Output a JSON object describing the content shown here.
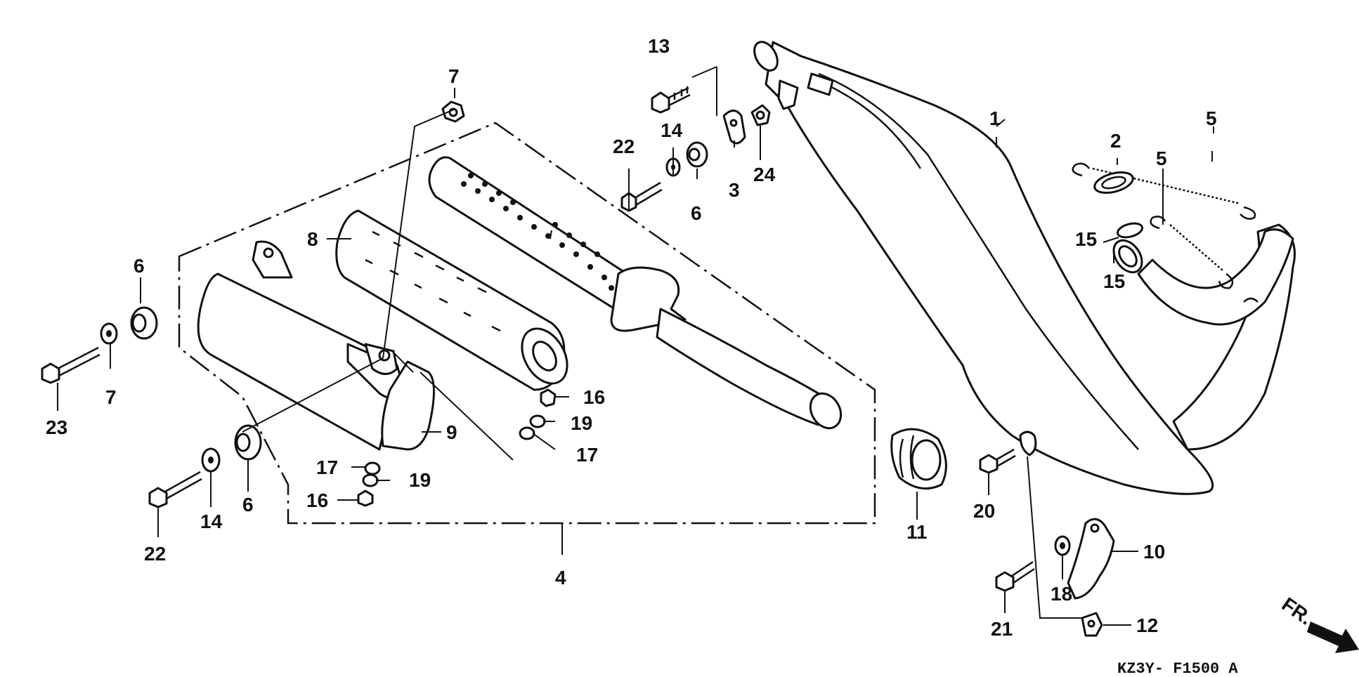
{
  "diagram_code": "KZ3Y- F1500 A",
  "direction_label": "FR.",
  "labels": [
    {
      "id": "l1",
      "text": "1"
    },
    {
      "id": "l2",
      "text": "2"
    },
    {
      "id": "l3",
      "text": "3"
    },
    {
      "id": "l4",
      "text": "4"
    },
    {
      "id": "l5a",
      "text": "5"
    },
    {
      "id": "l5b",
      "text": "5"
    },
    {
      "id": "l6a",
      "text": "6"
    },
    {
      "id": "l6b",
      "text": "6"
    },
    {
      "id": "l6c",
      "text": "6"
    },
    {
      "id": "l7a",
      "text": "7"
    },
    {
      "id": "l7b",
      "text": "7"
    },
    {
      "id": "l8",
      "text": "8"
    },
    {
      "id": "l9",
      "text": "9"
    },
    {
      "id": "l10",
      "text": "10"
    },
    {
      "id": "l11",
      "text": "11"
    },
    {
      "id": "l12",
      "text": "12"
    },
    {
      "id": "l13",
      "text": "13"
    },
    {
      "id": "l14a",
      "text": "14"
    },
    {
      "id": "l14b",
      "text": "14"
    },
    {
      "id": "l15a",
      "text": "15"
    },
    {
      "id": "l15b",
      "text": "15"
    },
    {
      "id": "l16a",
      "text": "16"
    },
    {
      "id": "l16b",
      "text": "16"
    },
    {
      "id": "l17a",
      "text": "17"
    },
    {
      "id": "l17b",
      "text": "17"
    },
    {
      "id": "l18",
      "text": "18"
    },
    {
      "id": "l19a",
      "text": "19"
    },
    {
      "id": "l19b",
      "text": "19"
    },
    {
      "id": "l20",
      "text": "20"
    },
    {
      "id": "l21",
      "text": "21"
    },
    {
      "id": "l22a",
      "text": "22"
    },
    {
      "id": "l22b",
      "text": "22"
    },
    {
      "id": "l23",
      "text": "23"
    },
    {
      "id": "l24",
      "text": "24"
    }
  ]
}
